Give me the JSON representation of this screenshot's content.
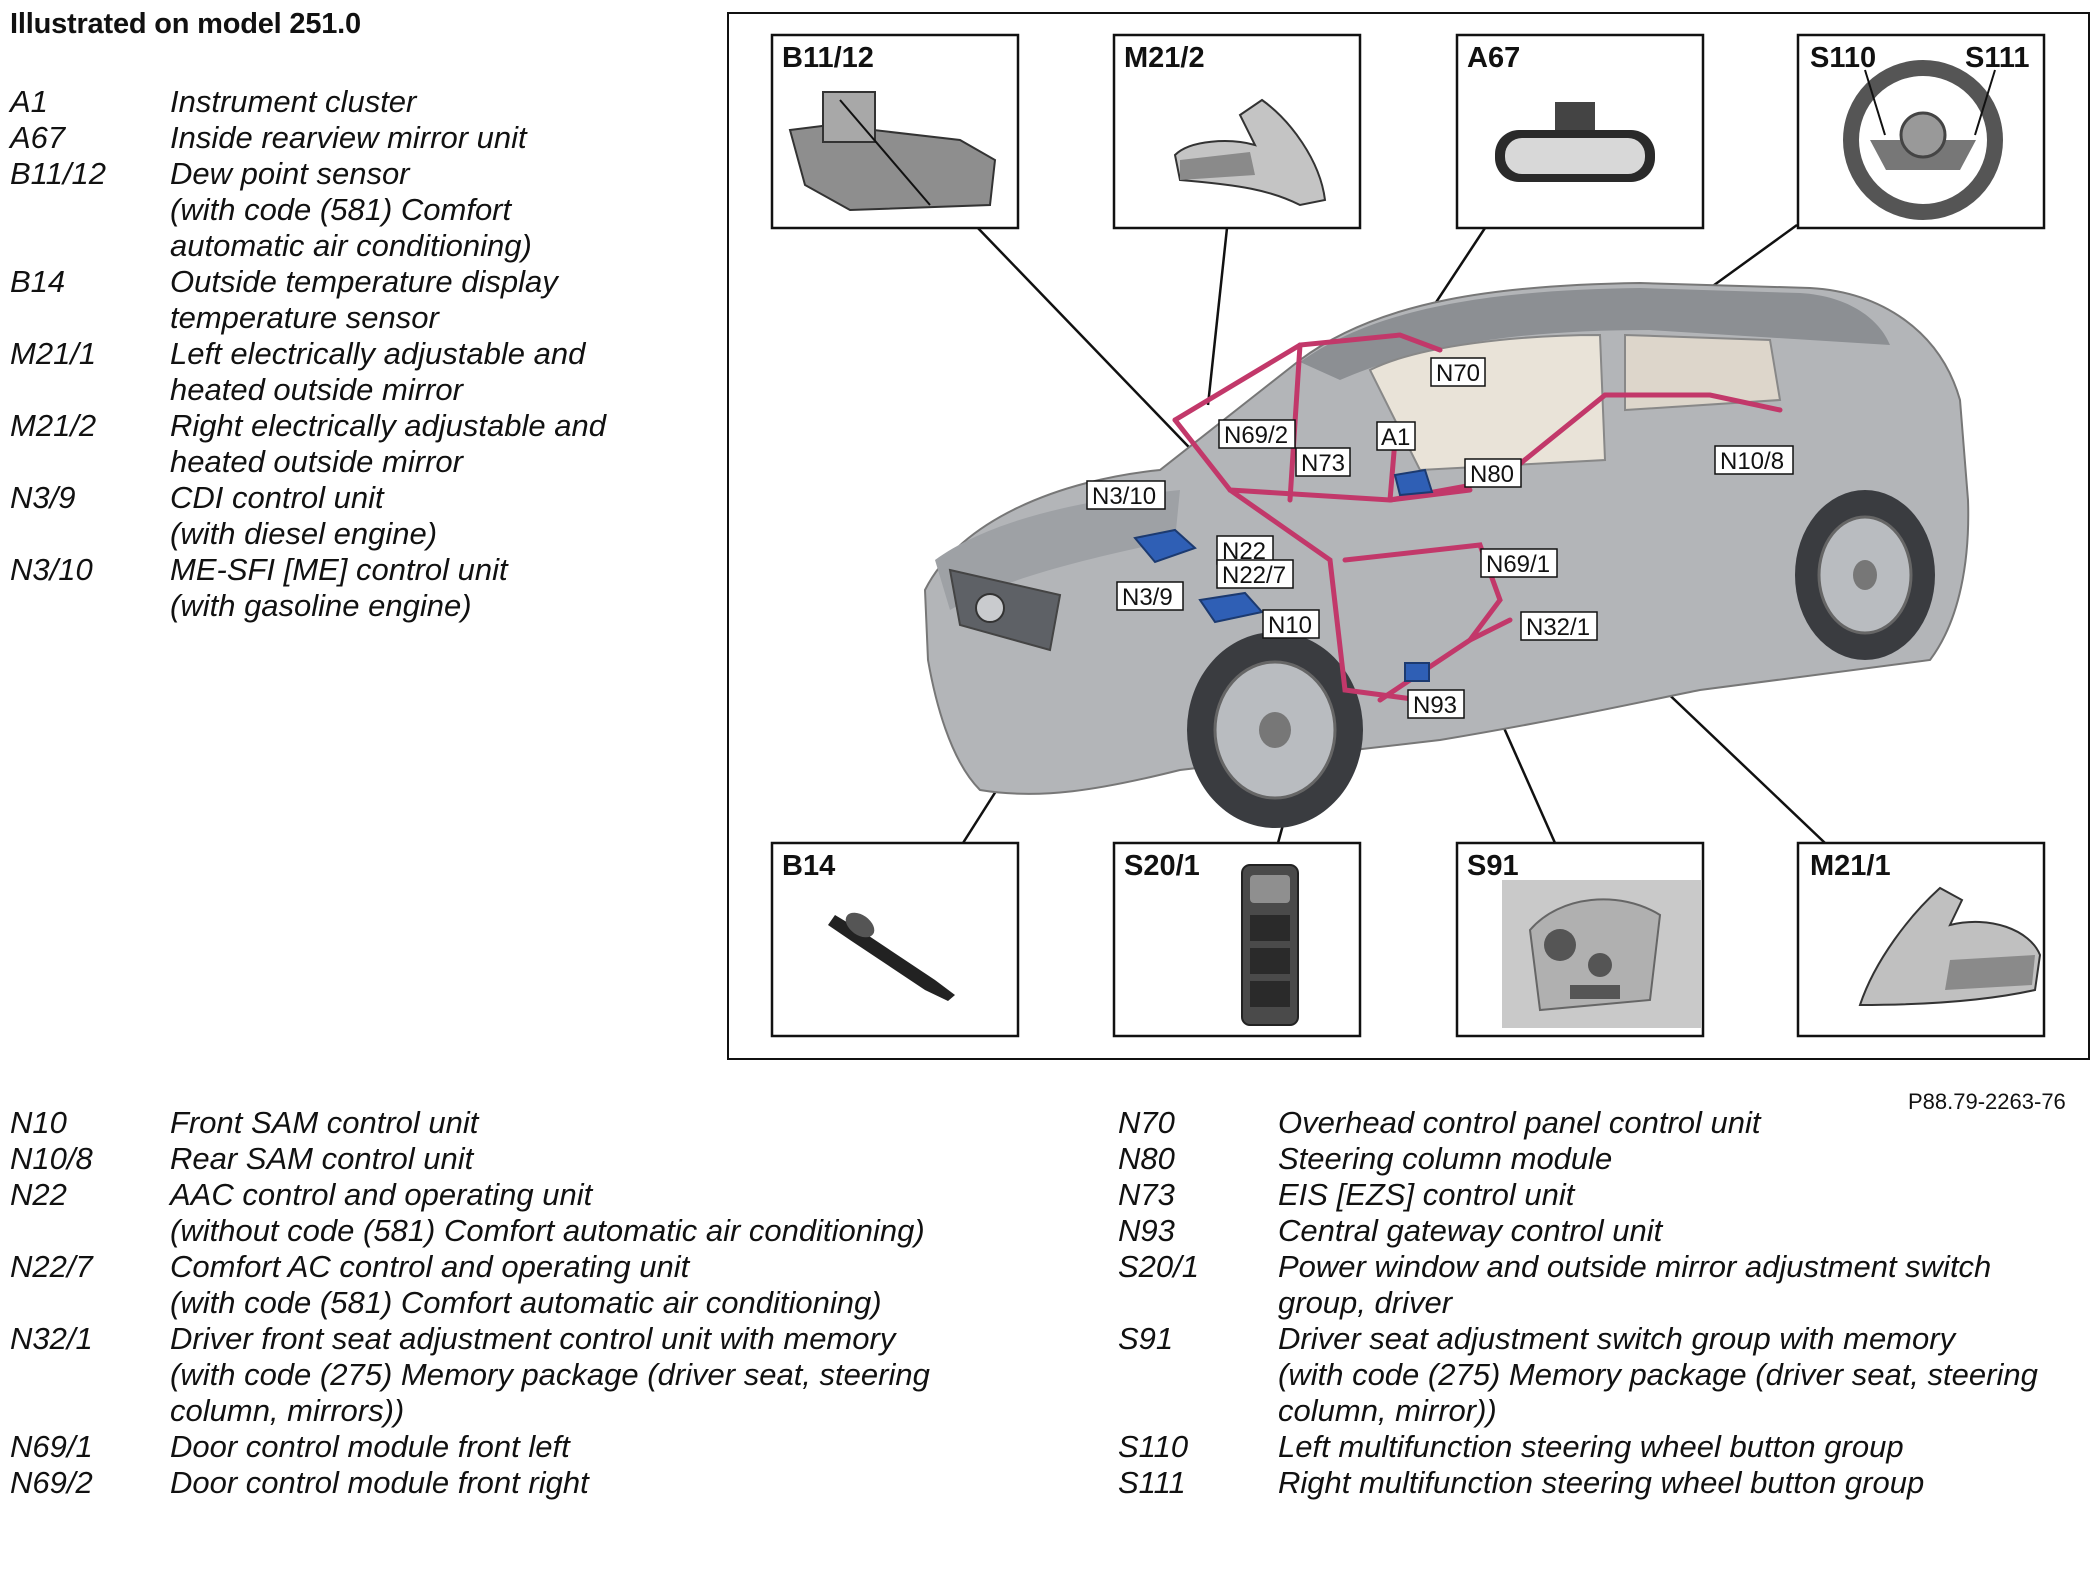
{
  "heading": "Illustrated on model 251.0",
  "figure_code": "P88.79-2263-76",
  "legend_top": [
    {
      "code": "A1",
      "desc": "Instrument cluster"
    },
    {
      "code": "A67",
      "desc": "Inside rearview mirror unit"
    },
    {
      "code": "B11/12",
      "desc": "Dew point sensor\n(with code (581) Comfort\nautomatic air conditioning)"
    },
    {
      "code": "B14",
      "desc": "Outside temperature display\ntemperature sensor"
    },
    {
      "code": "M21/1",
      "desc": "Left electrically adjustable and\nheated outside mirror"
    },
    {
      "code": "M21/2",
      "desc": "Right electrically adjustable and\nheated outside mirror"
    },
    {
      "code": "N3/9",
      "desc": "CDI control unit\n(with diesel engine)"
    },
    {
      "code": "N3/10",
      "desc": "ME-SFI [ME] control unit\n(with gasoline engine)"
    }
  ],
  "legend_bottom_left": [
    {
      "code": "N10",
      "desc": "Front SAM control unit"
    },
    {
      "code": "N10/8",
      "desc": "Rear SAM control unit"
    },
    {
      "code": "N22",
      "desc": "AAC control and operating unit\n(without code (581) Comfort automatic air conditioning)"
    },
    {
      "code": "N22/7",
      "desc": "Comfort AC control and operating unit\n(with code (581) Comfort automatic air conditioning)"
    },
    {
      "code": "N32/1",
      "desc": "Driver front seat adjustment control unit with memory\n(with code (275) Memory package (driver seat, steering\ncolumn, mirrors))"
    },
    {
      "code": "N69/1",
      "desc": "Door control module front left"
    },
    {
      "code": "N69/2",
      "desc": "Door control module front right"
    }
  ],
  "legend_bottom_right": [
    {
      "code": "N70",
      "desc": "Overhead control panel control unit"
    },
    {
      "code": "N80",
      "desc": "Steering column module"
    },
    {
      "code": "N73",
      "desc": "EIS [EZS] control unit"
    },
    {
      "code": "N93",
      "desc": "Central gateway control unit"
    },
    {
      "code": "S20/1",
      "desc": "Power window and outside mirror adjustment switch\ngroup, driver"
    },
    {
      "code": "S91",
      "desc": "Driver seat adjustment switch group with memory\n(with code (275) Memory package (driver seat, steering\ncolumn, mirror))"
    },
    {
      "code": "S110",
      "desc": "Left multifunction steering wheel button group"
    },
    {
      "code": "S111",
      "desc": "Right multifunction steering wheel button group"
    }
  ],
  "inset_boxes": [
    {
      "key": "b11-12",
      "label": "B11/12"
    },
    {
      "key": "m21-2",
      "label": "M21/2"
    },
    {
      "key": "a67",
      "label": "A67"
    },
    {
      "key": "s110",
      "label": "S110"
    },
    {
      "key": "s111",
      "label": "S111"
    },
    {
      "key": "b14",
      "label": "B14"
    },
    {
      "key": "s20-1",
      "label": "S20/1"
    },
    {
      "key": "s91",
      "label": "S91"
    },
    {
      "key": "m21-1",
      "label": "M21/1"
    }
  ],
  "car_labels": [
    {
      "key": "n70",
      "label": "N70"
    },
    {
      "key": "n69-2",
      "label": "N69/2"
    },
    {
      "key": "a1",
      "label": "A1"
    },
    {
      "key": "n73",
      "label": "N73"
    },
    {
      "key": "n80",
      "label": "N80"
    },
    {
      "key": "n10-8",
      "label": "N10/8"
    },
    {
      "key": "n3-10",
      "label": "N3/10"
    },
    {
      "key": "n22",
      "label": "N22"
    },
    {
      "key": "n22-7",
      "label": "N22/7"
    },
    {
      "key": "n69-1",
      "label": "N69/1"
    },
    {
      "key": "n3-9",
      "label": "N3/9"
    },
    {
      "key": "n10",
      "label": "N10"
    },
    {
      "key": "n32-1",
      "label": "N32/1"
    },
    {
      "key": "n93",
      "label": "N93"
    }
  ],
  "colors": {
    "harness": "#c2386a",
    "module_blue": "#2f5fb5",
    "car_body": "#b3b5b8",
    "line": "#111111"
  }
}
